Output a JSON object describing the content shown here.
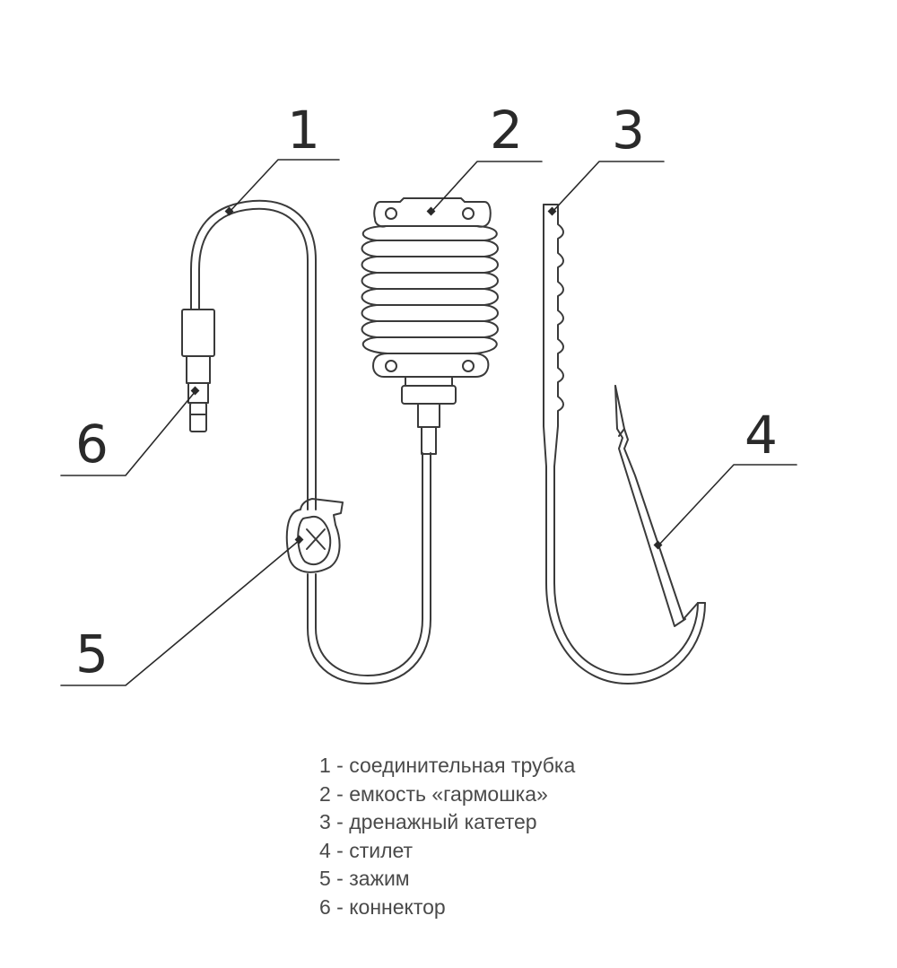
{
  "callouts": {
    "c1": "1",
    "c2": "2",
    "c3": "3",
    "c4": "4",
    "c5": "5",
    "c6": "6"
  },
  "legend": [
    "1 - соединительная трубка",
    "2 - емкость «гармошка»",
    "3 - дренажный катетер",
    "4 - стилет",
    "5 - зажим",
    "6 - коннектор"
  ],
  "colors": {
    "line": "#3a3a3a",
    "text": "#4a4a4a",
    "background": "#ffffff"
  }
}
